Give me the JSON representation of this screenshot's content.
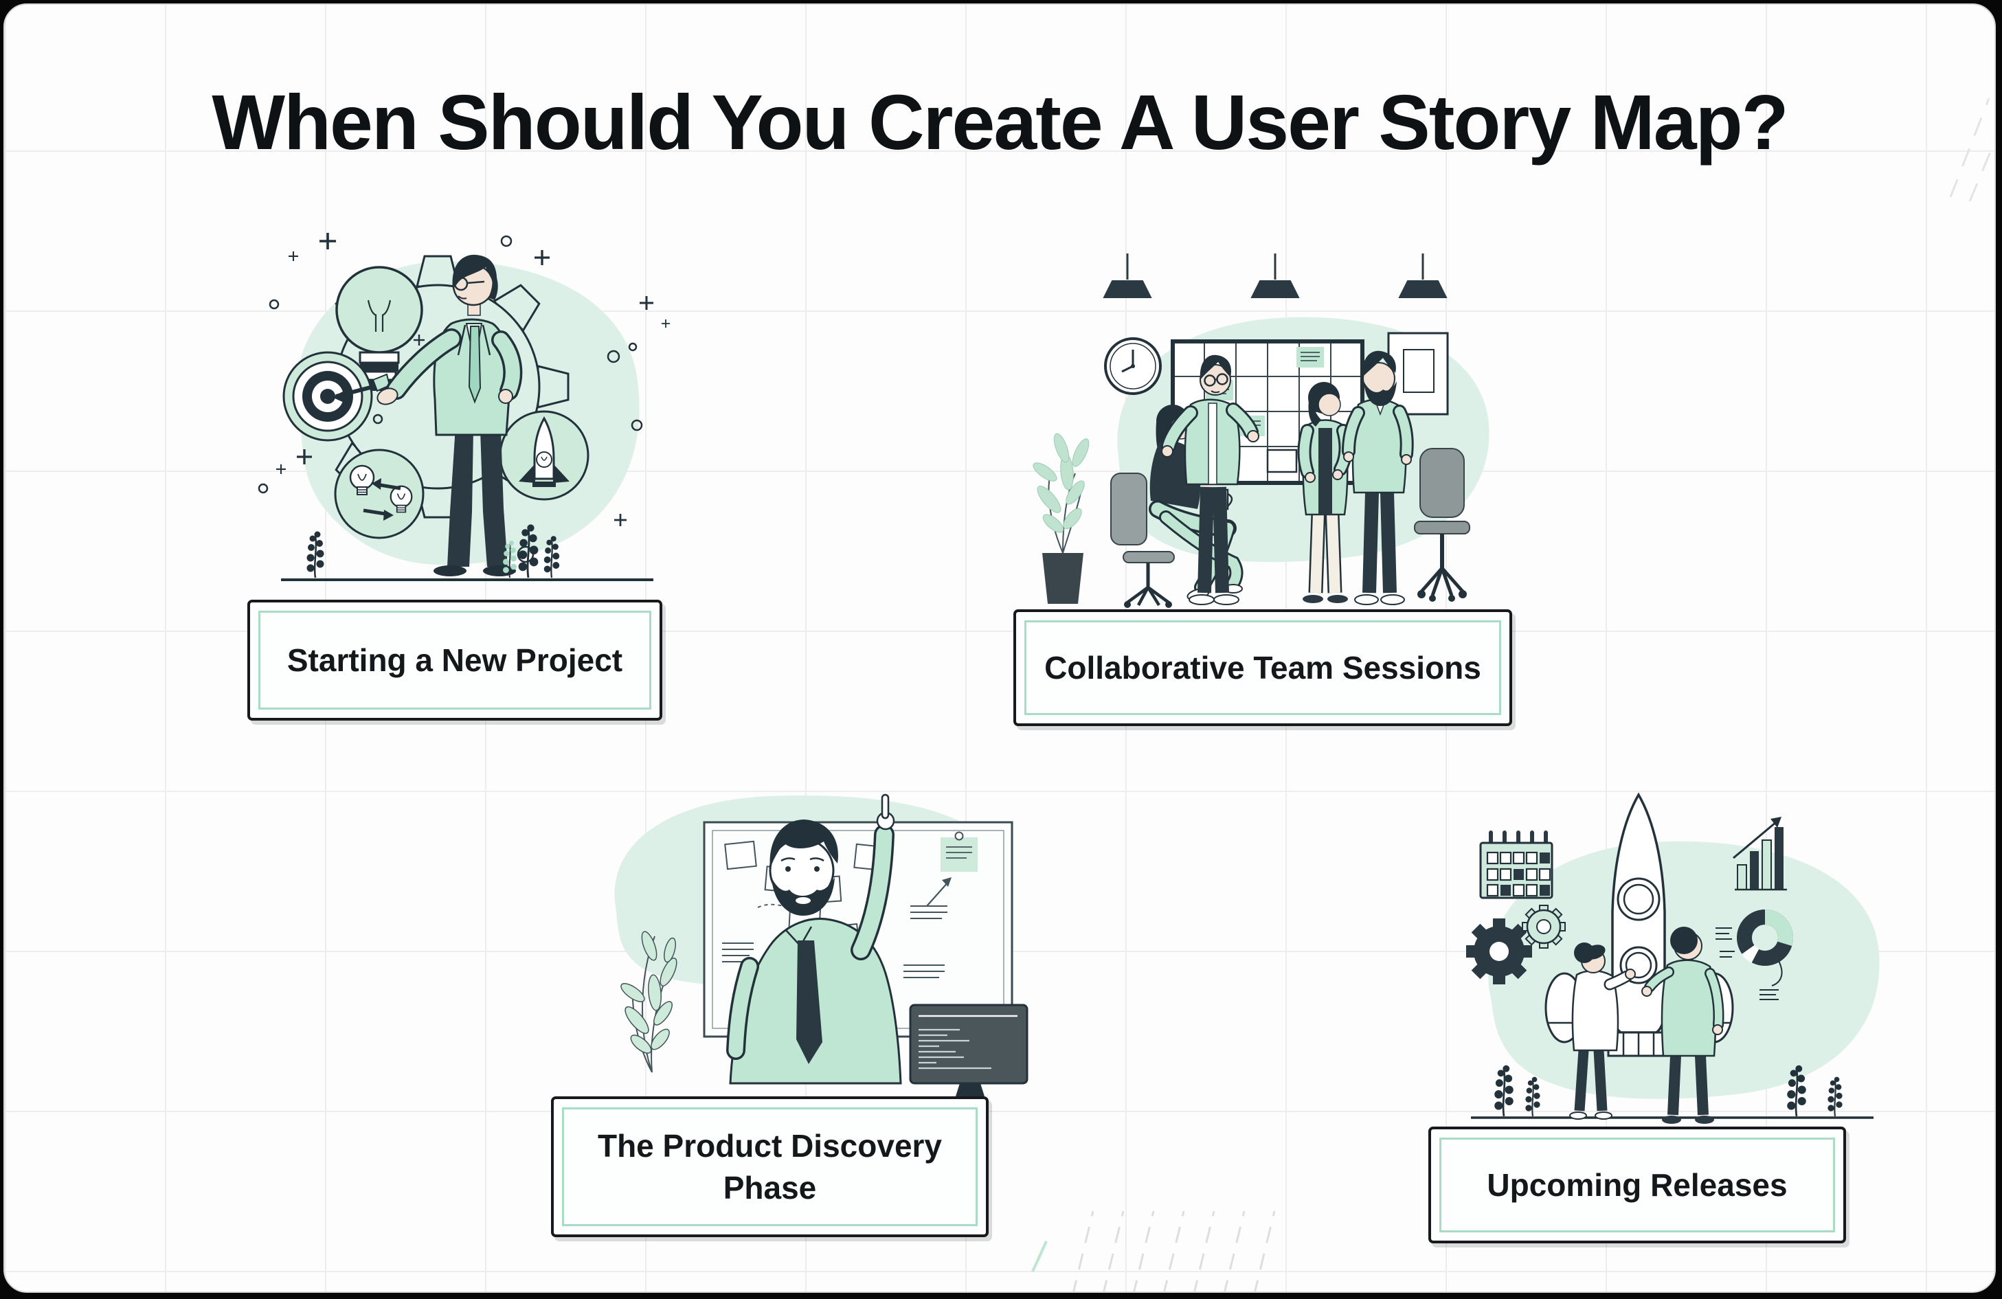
{
  "infographic": {
    "title": "When Should You Create A User Story Map?",
    "sections": [
      {
        "id": "starting-a-new-project",
        "label": "Starting a New Project",
        "illustration": "businessman presenting a lightbulb idea inside a large gear with target, idea-exchange and rocket badges",
        "icons": [
          "lightbulb-icon",
          "target-icon",
          "idea-exchange-icon",
          "rocket-badge-icon",
          "gear-icon",
          "plant-sprig-icon"
        ]
      },
      {
        "id": "collaborative-team-sessions",
        "label": "Collaborative Team Sessions",
        "illustration": "four teammates discussing around a story-mapping board in an office",
        "icons": [
          "pendant-lamp-icon",
          "wall-clock-icon",
          "story-mapping-board",
          "picture-frame-icon",
          "office-chair-icon",
          "potted-plant-icon",
          "coffee-mug-icon"
        ]
      },
      {
        "id": "the-product-discovery-phase",
        "label": "The Product Discovery Phase",
        "illustration": "bearded man raising an index finger in front of a whiteboard with sticky notes, beside a code monitor and a plant",
        "icons": [
          "whiteboard",
          "sticky-note-icon",
          "pinned-note-icon",
          "code-monitor-icon",
          "plant-icon"
        ]
      },
      {
        "id": "upcoming-releases",
        "label": "Upcoming Releases",
        "illustration": "two teammates preparing a rocket launch with calendar, gears, growth bar chart and donut chart",
        "icons": [
          "rocket-icon",
          "calendar-icon",
          "gear-icon",
          "bar-chart-icon",
          "donut-chart-icon",
          "plant-sprig-icon"
        ]
      }
    ],
    "colors": {
      "page_background": "#070707",
      "card_background": "#fdfdfd",
      "grid_line": "#ededed",
      "ink_outline": "#22313a",
      "dark_fill": "#2b3a42",
      "mint": "#bfe6d2",
      "mint_badge": "#cdeadb",
      "mint_blob": "#ddf0e7",
      "label_border": "#17191c",
      "label_inner_border": "#a8dcc7",
      "furniture_gray": "#97a0a0",
      "screen_gray": "#4b565b",
      "skin": "#f3e2d6"
    }
  }
}
